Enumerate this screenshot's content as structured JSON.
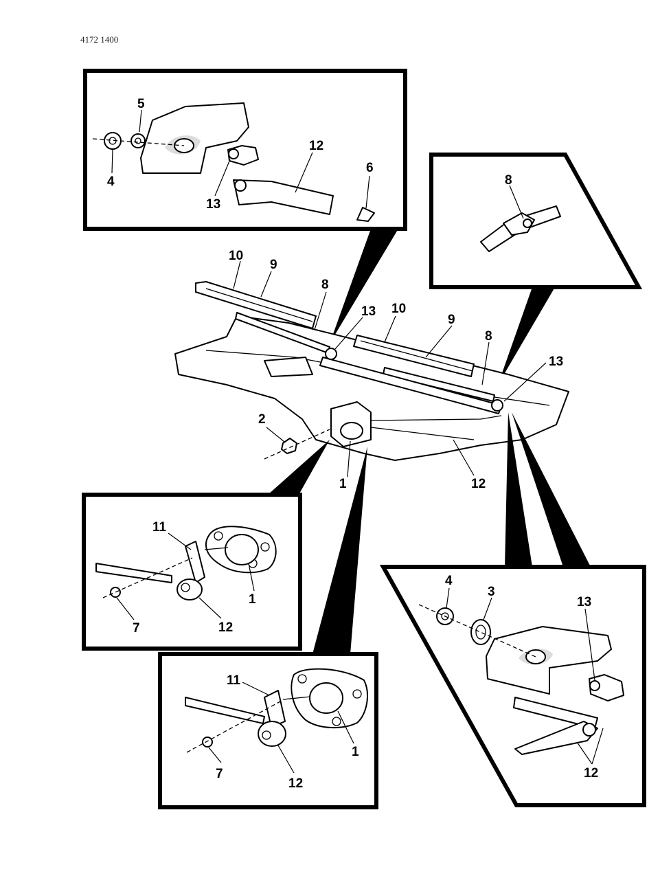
{
  "header": {
    "reference": "4172 1400"
  },
  "diagram": {
    "callouts": {
      "top_left": {
        "labels": [
          "5",
          "4",
          "13",
          "12",
          "6"
        ]
      },
      "top_right": {
        "labels": [
          "8"
        ]
      },
      "main": {
        "labels": [
          "10",
          "9",
          "8",
          "13",
          "10",
          "9",
          "8",
          "13",
          "2",
          "1",
          "12"
        ]
      },
      "mid_left": {
        "labels": [
          "11",
          "1",
          "7",
          "12"
        ]
      },
      "bottom_center": {
        "labels": [
          "11",
          "1",
          "7",
          "12"
        ]
      },
      "bottom_right": {
        "labels": [
          "4",
          "3",
          "13",
          "12"
        ]
      }
    }
  }
}
